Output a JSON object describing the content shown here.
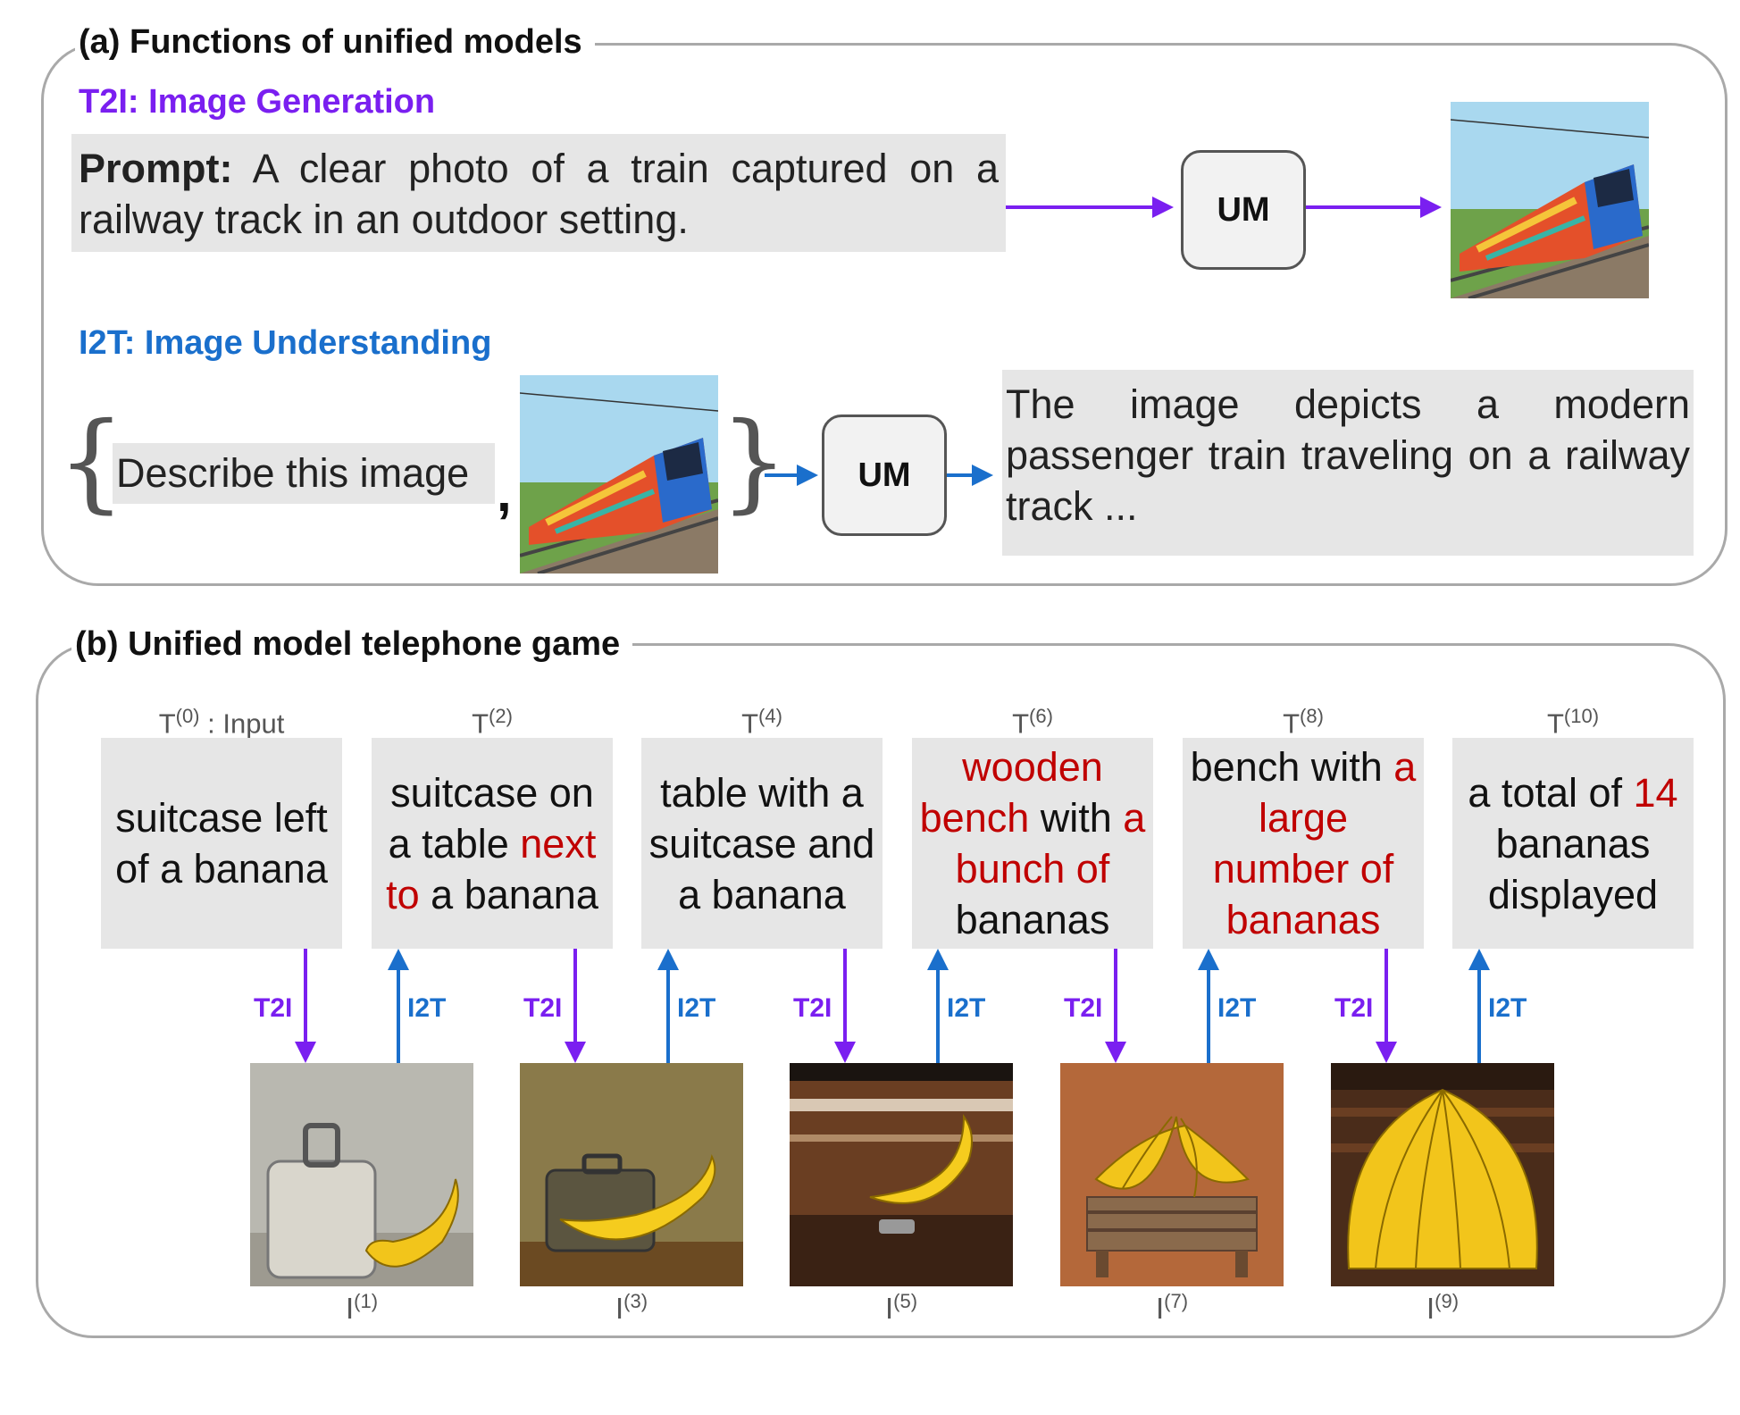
{
  "panel_a": {
    "title": "(a) Functions of unified models",
    "t2i_heading": "T2I: Image Generation",
    "prompt_label": "Prompt:",
    "prompt_text": " A clear photo of a train captured on a railway track in an outdoor setting.",
    "um_label": "UM",
    "i2t_heading": "I2T: Image Understanding",
    "describe_text": "Describe this image",
    "comma": ",",
    "response_text": "The image depicts a modern passenger train traveling on a railway track ..."
  },
  "panel_b": {
    "title": "(b) Unified model telephone game",
    "input_suffix": ": Input",
    "text_nodes": [
      {
        "label": "T",
        "sup": "(0)",
        "parts": [
          {
            "t": "suitcase left of a banana",
            "red": false
          }
        ]
      },
      {
        "label": "T",
        "sup": "(2)",
        "parts": [
          {
            "t": "suitcase on a table ",
            "red": false
          },
          {
            "t": "next to",
            "red": true
          },
          {
            "t": " a banana",
            "red": false
          }
        ]
      },
      {
        "label": "T",
        "sup": "(4)",
        "parts": [
          {
            "t": "table with a suitcase and a banana",
            "red": false
          }
        ]
      },
      {
        "label": "T",
        "sup": "(6)",
        "parts": [
          {
            "t": "wooden bench",
            "red": true
          },
          {
            "t": " with ",
            "red": false
          },
          {
            "t": "a bunch of",
            "red": true
          },
          {
            "t": " bananas",
            "red": false
          }
        ]
      },
      {
        "label": "T",
        "sup": "(8)",
        "parts": [
          {
            "t": "bench with ",
            "red": false
          },
          {
            "t": "a large number of bananas",
            "red": true
          }
        ]
      },
      {
        "label": "T",
        "sup": "(10)",
        "parts": [
          {
            "t": "a total of ",
            "red": false
          },
          {
            "t": "14",
            "red": true
          },
          {
            "t": " bananas displayed",
            "red": false
          }
        ]
      }
    ],
    "image_nodes": [
      {
        "label": "I",
        "sup": "(1)"
      },
      {
        "label": "I",
        "sup": "(3)"
      },
      {
        "label": "I",
        "sup": "(5)"
      },
      {
        "label": "I",
        "sup": "(7)"
      },
      {
        "label": "I",
        "sup": "(9)"
      }
    ],
    "t2i_label": "T2I",
    "i2t_label": "I2T"
  },
  "colors": {
    "t2i": "#7a1ff0",
    "i2t": "#1a6fcc",
    "changed_text": "#c00000",
    "box_fill": "#e6e6e6"
  }
}
